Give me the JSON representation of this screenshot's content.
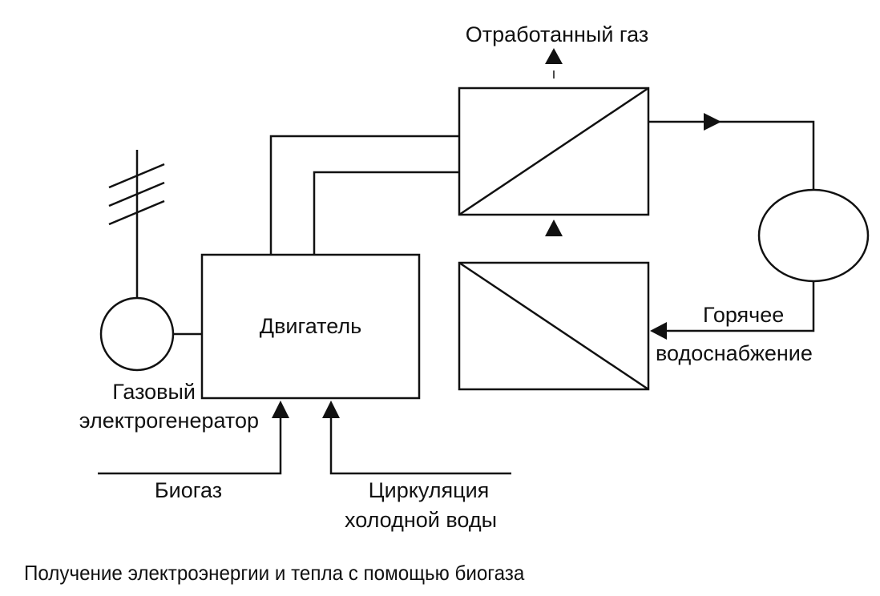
{
  "diagram": {
    "title": "Получение электроэнергии и тепла с помощью биогаза",
    "nodes": {
      "engine": {
        "label": "Двигатель"
      },
      "generator": {
        "label_line1": "Газовый",
        "label_line2": "электрогенератор"
      },
      "heat_exchanger_top": {
        "label": ""
      },
      "heat_exchanger_bottom": {
        "label": ""
      },
      "hot_water_tank": {
        "label": ""
      },
      "power_line": {
        "label": ""
      }
    },
    "flows": {
      "exhaust": {
        "label": "Отработанный газ"
      },
      "biogas": {
        "label": "Биогаз"
      },
      "cold_water": {
        "label_line1": "Циркуляция",
        "label_line2": "холодной воды"
      },
      "hot_water": {
        "label_line1": "Горячее",
        "label_line2": "водоснабжение"
      }
    },
    "colors": {
      "line": "#111111",
      "background": "#ffffff"
    }
  }
}
